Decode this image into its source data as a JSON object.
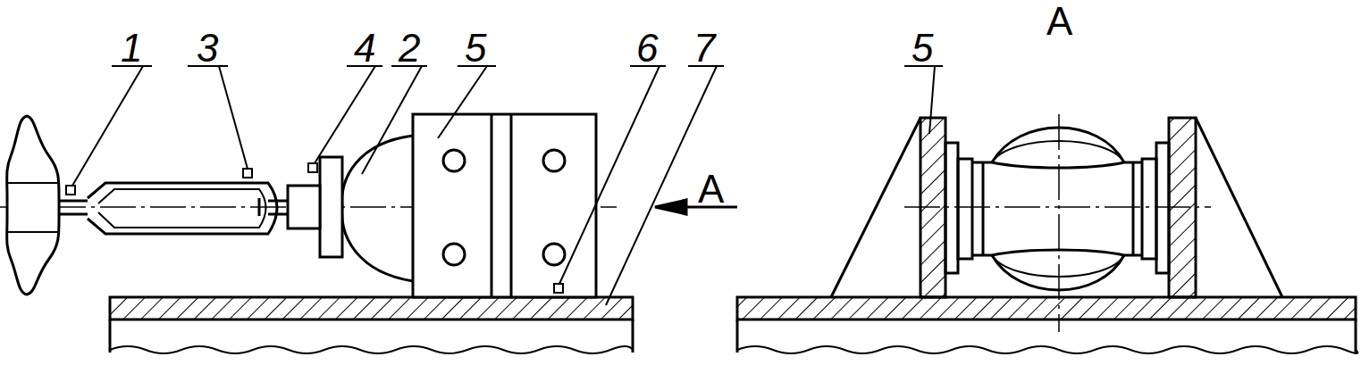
{
  "diagram": {
    "labels": [
      "1",
      "3",
      "4",
      "2",
      "5",
      "6",
      "7",
      "A",
      "A",
      "5"
    ]
  }
}
